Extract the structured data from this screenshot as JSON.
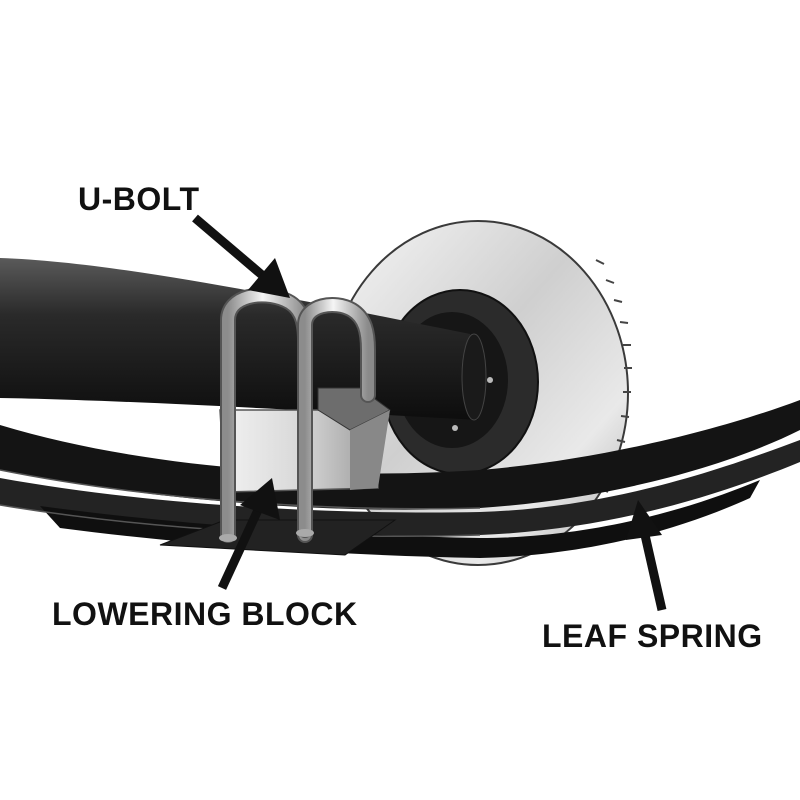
{
  "labels": {
    "u_bolt": "U-BOLT",
    "lowering_block": "LOWERING BLOCK",
    "leaf_spring": "LEAF SPRING"
  },
  "colors": {
    "background": "#ffffff",
    "text": "#111111",
    "axle_dark": "#1c1c1c",
    "metal_light": "#e6e6e6"
  }
}
